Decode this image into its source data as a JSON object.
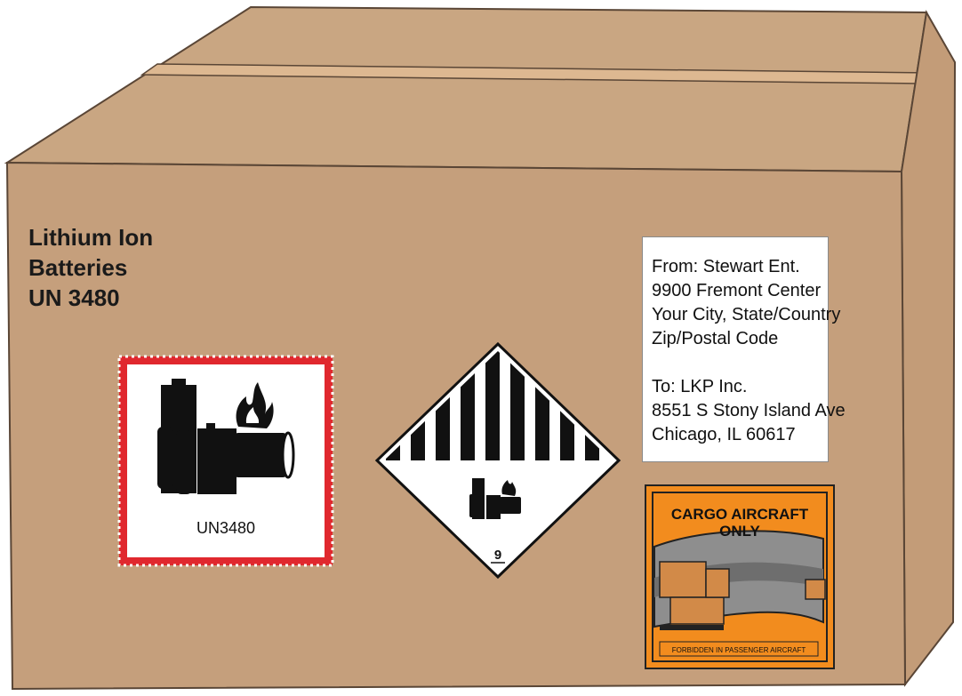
{
  "box": {
    "marking_line1": "Lithium Ion",
    "marking_line2": "Batteries",
    "marking_line3": "UN 3480"
  },
  "battery_label": {
    "text": "UN3480",
    "border_color": "#e0282e"
  },
  "hazard_diamond": {
    "class_number": "9"
  },
  "address_label": {
    "from_line": "From:  Stewart Ent.",
    "from_street": "9900 Fremont Center",
    "from_city": "Your City, State/Country",
    "from_zip": "Zip/Postal Code",
    "to_line": "To:  LKP Inc.",
    "to_street": "8551 S Stony Island Ave",
    "to_city": "Chicago, IL 60617"
  },
  "cargo_label": {
    "title_line1": "CARGO AIRCRAFT",
    "title_line2": "ONLY",
    "footer": "FORBIDDEN IN PASSENGER AIRCRAFT",
    "background_color": "#f28c1e"
  },
  "colors": {
    "box_front": "#c59f7c",
    "box_top": "#c9a682",
    "box_side": "#c39c78",
    "tape": "#ddb891",
    "outline": "#5a4636"
  }
}
